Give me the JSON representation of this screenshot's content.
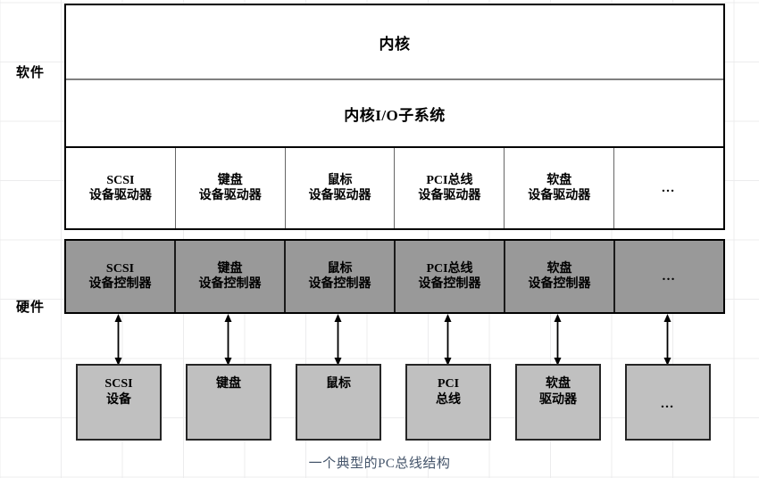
{
  "diagram": {
    "caption": "一个典型的PC总线结构",
    "side_labels": {
      "software": "软件",
      "hardware": "硬件"
    },
    "software": {
      "kernel": "内核",
      "kernel_io_subsystem": "内核I/O子系统",
      "drivers": [
        {
          "line1": "SCSI",
          "line2": "设备驱动器"
        },
        {
          "line1": "键盘",
          "line2": "设备驱动器"
        },
        {
          "line1": "鼠标",
          "line2": "设备驱动器"
        },
        {
          "line1": "PCI总线",
          "line2": "设备驱动器"
        },
        {
          "line1": "软盘",
          "line2": "设备驱动器"
        },
        {
          "line1": "…",
          "line2": ""
        }
      ]
    },
    "hardware": {
      "controllers": [
        {
          "line1": "SCSI",
          "line2": "设备控制器"
        },
        {
          "line1": "键盘",
          "line2": "设备控制器"
        },
        {
          "line1": "鼠标",
          "line2": "设备控制器"
        },
        {
          "line1": "PCI总线",
          "line2": "设备控制器"
        },
        {
          "line1": "软盘",
          "line2": "设备控制器"
        },
        {
          "line1": "…",
          "line2": ""
        }
      ],
      "devices": [
        {
          "line1": "SCSI",
          "line2": "设备"
        },
        {
          "line1": "键盘",
          "line2": ""
        },
        {
          "line1": "鼠标",
          "line2": ""
        },
        {
          "line1": "PCI",
          "line2": "总线"
        },
        {
          "line1": "软盘",
          "line2": "驱动器"
        },
        {
          "line1": "…",
          "line2": ""
        }
      ]
    },
    "colors": {
      "controller_fill": "#999999",
      "device_fill": "#c0c0c0",
      "outline": "#000000",
      "caption_text": "#44546a",
      "grid_line": "#ececed"
    }
  }
}
